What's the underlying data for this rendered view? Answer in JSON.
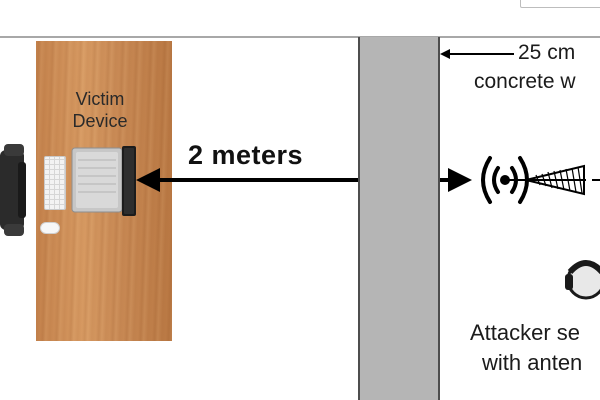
{
  "desk": {
    "victim_label_line1": "Victim",
    "victim_label_line2": "Device"
  },
  "distance": {
    "label": "2 meters"
  },
  "wall": {
    "label_line1": "25 cm",
    "label_line2": "concrete w"
  },
  "attacker": {
    "label_line1": "Attacker se",
    "label_line2": "with anten"
  },
  "icons": {
    "chair": "office-chair-icon",
    "keyboard": "keyboard-icon",
    "mouse": "mouse-icon",
    "laptop": "laptop-icon",
    "antenna": "antenna-icon",
    "signal": "signal-waves-icon",
    "attacker": "person-head-icon"
  },
  "colors": {
    "wall": "#b5b5b5",
    "desk": "#c98a55",
    "arrow": "#000000"
  }
}
